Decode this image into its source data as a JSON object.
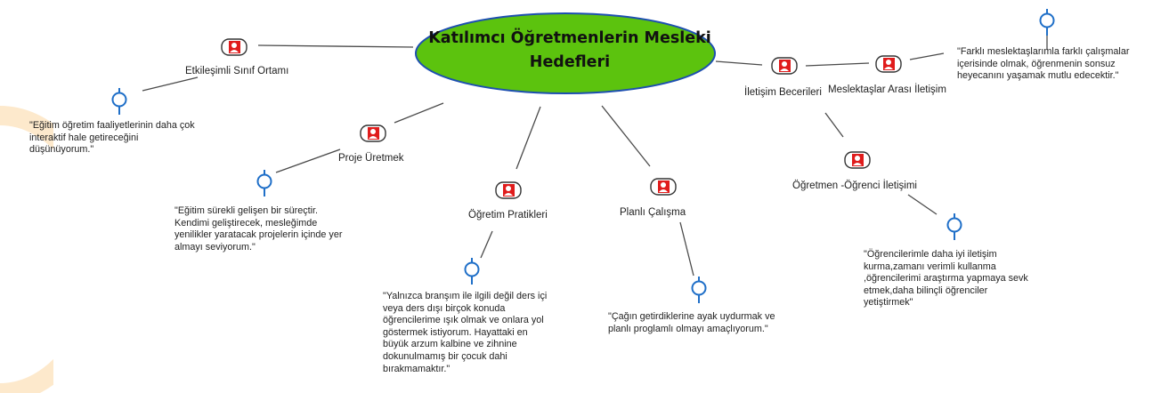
{
  "central": {
    "title": "Katılımcı Öğretmenlerin Mesleki Hedefleri"
  },
  "branches": {
    "etkilesimli": {
      "label": "Etkileşimli Sınıf Ortamı",
      "quote": "\"Eğitim öğretim faaliyetlerinin daha çok\ninteraktif hale getireceğini\ndüşünüyorum.\""
    },
    "proje": {
      "label": "Proje Üretmek",
      "quote": "\"Eğitim sürekli gelişen bir süreçtir.\nKendimi geliştirecek, mesleğimde\nyenilikler yaratacak projelerin içinde yer\nalmayı seviyorum.\""
    },
    "ogretim": {
      "label": "Öğretim Pratikleri",
      "quote": "\"Yalnızca branşım ile ilgili değil ders içi\nveya ders dışı birçok konuda\nöğrencilerime ışık olmak ve onlara yol\ngöstermek istiyorum. Hayattaki en\nbüyük arzum kalbine ve zihnine\ndokunulmamış bir çocuk dahi\nbırakmamaktır.\""
    },
    "planli": {
      "label": "Planlı Çalışma",
      "quote": "\"Çağın getirdiklerine ayak uydurmak ve\nplanlı proglamlı olmayı amaçlıyorum.\""
    },
    "iletisim": {
      "label": "İletişim Becerileri"
    },
    "meslektaslar": {
      "label": "Meslektaşlar Arası İletişim",
      "quote": "\"Farklı meslektaşlarımla farklı çalışmalar\niçerisinde olmak, öğrenmenin sonsuz\nheyecanını yaşamak mutlu edecektir.\""
    },
    "ogrenci": {
      "label": "Öğretmen -Öğrenci İletişimi",
      "quote": "\"Öğrencilerimle  daha iyi iletişim\nkurma,zamanı verimli kullanma\n,öğrencilerimi araştırma yapmaya sevk\netmek,daha bilinçli öğrenciler\nyetiştirmek\""
    }
  },
  "colors": {
    "ellipse_fill": "#5cc30e",
    "ellipse_stroke": "#1d4fb0",
    "icon_red": "#e01c1c",
    "pin_blue": "#1f6fc8",
    "line": "#4a4a4a",
    "watermark": "#fbe7c8"
  },
  "icons": {
    "node": "person-icon",
    "pin": "pin-icon"
  }
}
